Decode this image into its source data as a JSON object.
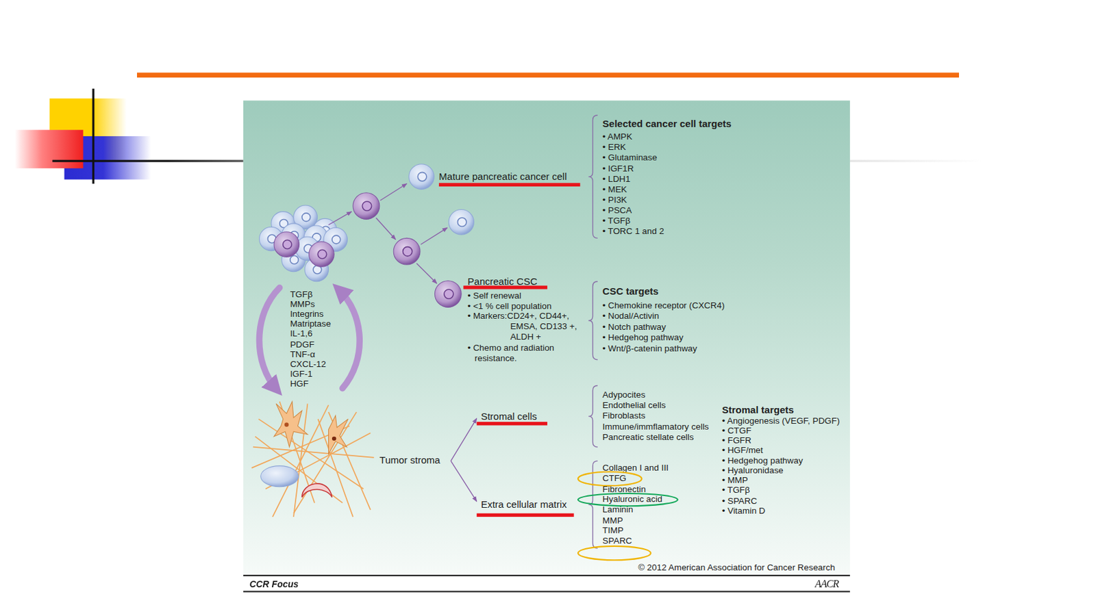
{
  "diagram": {
    "nodes": [
      {
        "text": [
          "CTFG"
        ]
      },
      {
        "text": [
          "Hyaluronic acid"
        ]
      }
    ],
    "labels": [
      "Selected cancer cell targets",
      "• AMPK",
      "• ERK",
      "• Glutaminase",
      "• IGF1R",
      "• LDH1",
      "• MEK",
      "• PI3K",
      "• PSCA",
      "• TGFβ",
      "• TORC 1 and 2",
      "Mature pancreatic cancer cell",
      "Pancreatic CSC",
      "• Self renewal",
      "• <1 % cell population",
      "• Markers:CD24+, CD44+, EMSA, CD133 +, ALDH +",
      "• Chemo and radiation resistance.",
      "CSC targets",
      "• Chemokine receptor (CXCR4)",
      "• Nodal/Activin",
      "• Notch pathway",
      "• Hedgehog pathway",
      "• Wnt/β-catenin pathway",
      "TGFβ",
      "MMPs",
      "Integrins",
      "Matriptase",
      "IL-1,6",
      "PDGF",
      "TNF-α",
      "CXCL-12",
      "IGF-1",
      "HGF",
      "Tumor stroma",
      "Stromal cells",
      "Adypocites",
      "Endothelial cells",
      "Fibroblasts",
      "Immune/immflamatory cells",
      "Pancreatic stellate cells",
      "Extra cellular matrix",
      "Collagen I and III",
      "Fibronectin",
      "Laminin",
      "MMP",
      "TIMP",
      "SPARC",
      "Stromal targets",
      "• Angiogenesis (VEGF, PDGF)",
      "• CTGF",
      "• FGFR",
      "• HGF/met",
      "• Hedgehog pathway",
      "• Hyaluronidase",
      "• MMP",
      "• TGFβ",
      "• SPARC",
      "• Vitamin D",
      "© 2012 American Association for Cancer Research",
      "CCR Focus",
      "AACR"
    ]
  }
}
